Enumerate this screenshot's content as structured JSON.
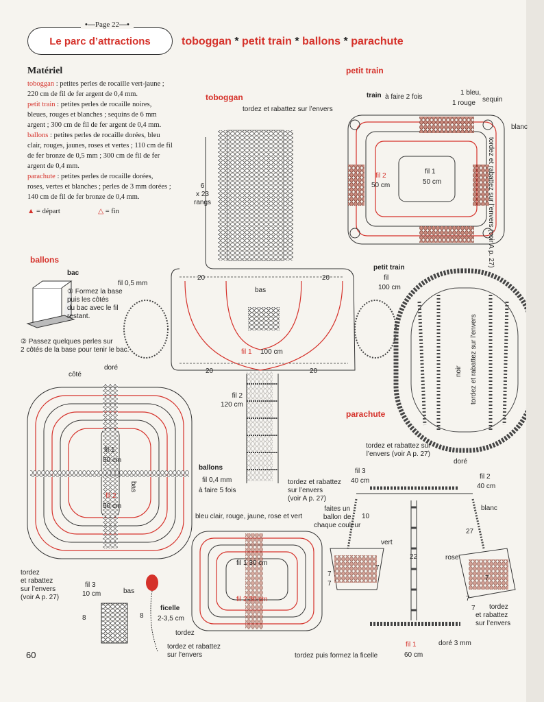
{
  "page_label": "Page 22",
  "title": "Le parc d’attractions",
  "subtitle": [
    "toboggan",
    "petit train",
    "ballons",
    "parachute"
  ],
  "subtitle_sep": "*",
  "materiel": {
    "heading": "Matériel",
    "items": [
      {
        "key": "toboggan",
        "text": " : petites perles de rocaille vert-jaune ;",
        "cont": [
          "220 cm de fil de fer argent de 0,4 mm."
        ]
      },
      {
        "key": "petit train",
        "text": " : petites perles de rocaille noires,",
        "cont": [
          "bleues, rouges et blanches ; sequins de 6 mm",
          "argent ; 300 cm de fil de fer argent de 0,4 mm."
        ]
      },
      {
        "key": "ballons",
        "text": " : petites perles de rocaille dorées, bleu",
        "cont": [
          "clair, rouges, jaunes, roses et vertes ; 110 cm de fil",
          "de fer bronze de 0,5 mm ; 300 cm de fil de fer",
          "argent de 0,4 mm."
        ]
      },
      {
        "key": "parachute",
        "text": " : petites perles de rocaille dorées,",
        "cont": [
          "roses, vertes et blanches ; perles de 3 mm dorées ;",
          "140 cm de fil de fer bronze de 0,4 mm."
        ]
      }
    ],
    "depart": "= départ",
    "fin": "= fin"
  },
  "ballons": {
    "heading": "ballons",
    "bac": "bac",
    "step1": [
      "① Formez la base",
      "puis les côtés",
      "du bac avec le fil",
      "restant."
    ],
    "step2": [
      "② Passez quelques perles sur",
      "2 côtés de la base pour tenir le bac."
    ],
    "cote": "côté",
    "dore": "doré",
    "fil1": "fil 1",
    "fil1len": "50 cm",
    "fil2": "fil 2",
    "fil2len": "50 cm",
    "bas": "bas",
    "b2_title": "ballons",
    "b2_fil": "fil 0,4 mm",
    "b2_fois": "à faire 5 fois",
    "colors": "bleu clair, rouge, jaune, rose et vert",
    "faites": [
      "faites un",
      "ballon de",
      "chaque couleur"
    ],
    "fil1b": "fil 1  30 cm",
    "fil2b": "fil 2  30 cm",
    "tordez_l": [
      "tordez",
      "et rabattez",
      "sur l’envers",
      "(voir A p. 27)"
    ],
    "fil3": "fil 3",
    "fil3len": "10 cm",
    "bas2": "bas",
    "eight": "8",
    "ficelle": "ficelle",
    "ficellelen": "2-3,5 cm",
    "tordez": "tordez",
    "tordez_rab": [
      "tordez et rabattez",
      "sur l’envers"
    ],
    "tordez_puis": "tordez puis formez la ficelle"
  },
  "toboggan": {
    "heading": "toboggan",
    "tordez": "tordez et rabattez sur l’envers",
    "rangs": [
      "6",
      "x 23",
      "rangs"
    ],
    "fil": "fil 0,5 mm",
    "twenty": "20",
    "bas": "bas",
    "fil1": "fil 1",
    "fil1len": "100 cm",
    "fil2": "fil 2",
    "fil2len": "120 cm",
    "tordez2": [
      "tordez et rabattez",
      "sur l’envers",
      "(voir A p. 27)"
    ]
  },
  "petit_train": {
    "heading": "petit train",
    "train": "train",
    "fois": "à faire 2 fois",
    "bleu": "1 bleu,",
    "rouge": "1 rouge",
    "sequin": "sequin",
    "blanc": "blanc",
    "fil1": "fil 1",
    "fil1len": "50 cm",
    "fil2": "fil 2",
    "fil2len": "50 cm",
    "side": "tordez et rabattez sur l’envers (voir A p. 27)",
    "pt_title": "petit train",
    "pt_fil": "fil",
    "pt_len": "100 cm",
    "noir": "noir",
    "side2": "tordez et rabattez sur l’envers"
  },
  "parachute": {
    "heading": "parachute",
    "tordez": [
      "tordez et rabattez sur",
      "l’envers (voir A p. 27)"
    ],
    "dore": "doré",
    "fil3": "fil 3",
    "fil3len": "40 cm",
    "fil2": "fil 2",
    "fil2len": "40 cm",
    "ten": "10",
    "blanc": "blanc",
    "vert": "vert",
    "twentyseven": "27",
    "rose": "rose",
    "twentytwo": "22",
    "seven": "7",
    "tordez2": [
      "tordez",
      "et rabattez",
      "sur l’envers"
    ],
    "fil1": "fil 1",
    "fil1len": "60 cm",
    "dore3": "doré 3 mm"
  },
  "page_number": "60",
  "colors": {
    "accent": "#d5312a",
    "ink": "#333333"
  }
}
